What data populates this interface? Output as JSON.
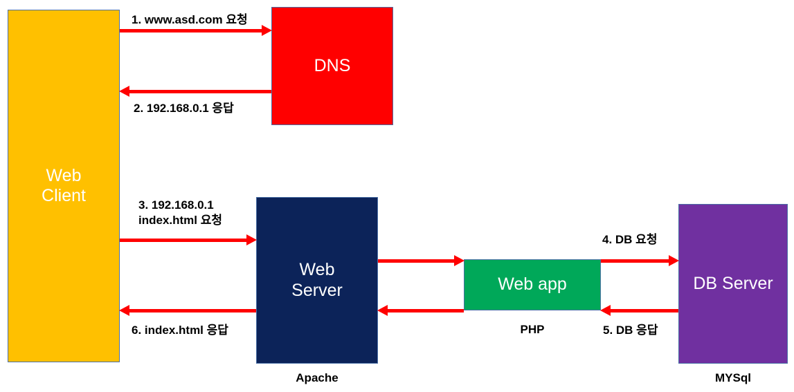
{
  "diagram": {
    "title": "Web request flow diagram",
    "colors": {
      "web_client": "#FFC000",
      "dns": "#FF0000",
      "web_server": "#0C2359",
      "web_app": "#00A859",
      "db_server": "#7030A0",
      "arrow": "#FF0000",
      "text_on_box": "#FFFFFF",
      "label_text": "#000000",
      "box_border": "#4A6FA5",
      "background": "#FFFFFF"
    },
    "nodes": {
      "web_client": {
        "label": "Web\nClient"
      },
      "dns": {
        "label": "DNS"
      },
      "web_server": {
        "label": "Web\nServer"
      },
      "web_app": {
        "label": "Web app"
      },
      "db_server": {
        "label": "DB Server"
      }
    },
    "captions": {
      "web_server": "Apache",
      "web_app": "PHP",
      "db_server": "MYSql"
    },
    "edges": [
      {
        "id": "client-to-dns",
        "label": "1. www.asd.com 요청",
        "direction": "right"
      },
      {
        "id": "dns-to-client",
        "label": "2. 192.168.0.1 응답",
        "direction": "left"
      },
      {
        "id": "client-to-webserver",
        "label": "3. 192.168.0.1\nindex.html 요청",
        "direction": "right"
      },
      {
        "id": "webserver-to-webapp",
        "label": "",
        "direction": "right"
      },
      {
        "id": "webapp-to-dbserver",
        "label": "4. DB 요청",
        "direction": "right"
      },
      {
        "id": "dbserver-to-webapp",
        "label": "5. DB 응답",
        "direction": "left"
      },
      {
        "id": "webapp-to-webserver",
        "label": "",
        "direction": "left"
      },
      {
        "id": "webserver-to-client",
        "label": "6. index.html 응답",
        "direction": "left"
      }
    ]
  }
}
